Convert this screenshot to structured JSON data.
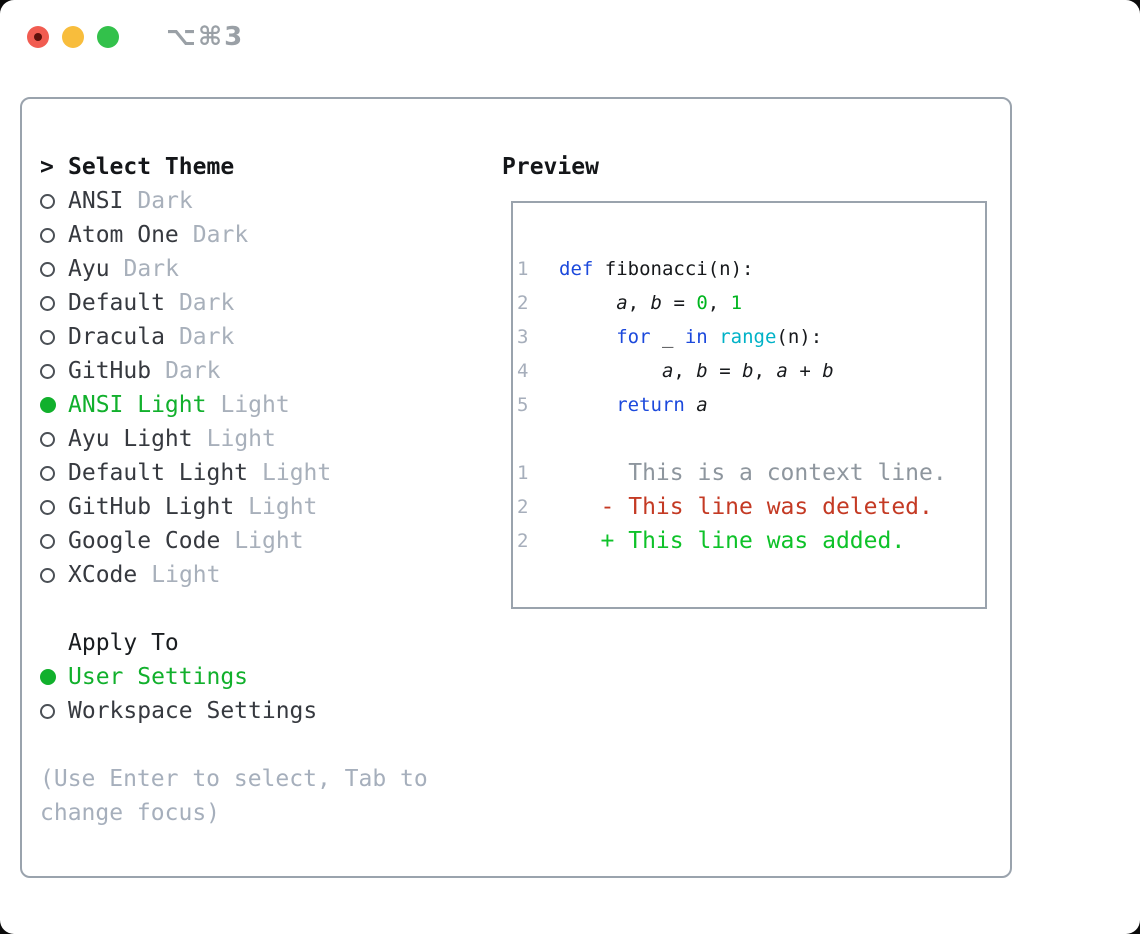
{
  "window": {
    "title": "⌥⌘3",
    "traffic_lights": [
      {
        "name": "close",
        "color": "#f15c51",
        "dot_color": "#5e110c"
      },
      {
        "name": "minimize",
        "color": "#f8bd3c"
      },
      {
        "name": "zoom",
        "color": "#33c14b"
      }
    ]
  },
  "theme_panel": {
    "header_prefix": ">",
    "header": "Select Theme",
    "themes": [
      {
        "name": "ANSI",
        "variant": "Dark",
        "selected": false
      },
      {
        "name": "Atom One",
        "variant": "Dark",
        "selected": false
      },
      {
        "name": "Ayu",
        "variant": "Dark",
        "selected": false
      },
      {
        "name": "Default",
        "variant": "Dark",
        "selected": false
      },
      {
        "name": "Dracula",
        "variant": "Dark",
        "selected": false
      },
      {
        "name": "GitHub",
        "variant": "Dark",
        "selected": false
      },
      {
        "name": "ANSI Light",
        "variant": "Light",
        "selected": true
      },
      {
        "name": "Ayu Light",
        "variant": "Light",
        "selected": false
      },
      {
        "name": "Default Light",
        "variant": "Light",
        "selected": false
      },
      {
        "name": "GitHub Light",
        "variant": "Light",
        "selected": false
      },
      {
        "name": "Google Code",
        "variant": "Light",
        "selected": false
      },
      {
        "name": "XCode",
        "variant": "Light",
        "selected": false
      }
    ],
    "apply_to": {
      "header": "Apply To",
      "options": [
        {
          "label": "User Settings",
          "selected": true
        },
        {
          "label": "Workspace Settings",
          "selected": false
        }
      ]
    },
    "help_text": "(Use Enter to select, Tab to change focus)"
  },
  "preview": {
    "title": "Preview",
    "code_lines": [
      {
        "num": "1",
        "tokens": [
          [
            "kw",
            "def"
          ],
          [
            "plain",
            " fibonacci(n):"
          ]
        ]
      },
      {
        "num": "2",
        "tokens": [
          [
            "plain",
            "     "
          ],
          [
            "var",
            "a"
          ],
          [
            "plain",
            ", "
          ],
          [
            "var",
            "b"
          ],
          [
            "plain",
            " = "
          ],
          [
            "num",
            "0"
          ],
          [
            "plain",
            ", "
          ],
          [
            "num",
            "1"
          ]
        ]
      },
      {
        "num": "3",
        "tokens": [
          [
            "plain",
            "     "
          ],
          [
            "kw",
            "for"
          ],
          [
            "plain",
            " _ "
          ],
          [
            "kw",
            "in"
          ],
          [
            "plain",
            " "
          ],
          [
            "builtin",
            "range"
          ],
          [
            "plain",
            "(n):"
          ]
        ]
      },
      {
        "num": "4",
        "tokens": [
          [
            "plain",
            "         "
          ],
          [
            "var",
            "a"
          ],
          [
            "plain",
            ", "
          ],
          [
            "var",
            "b"
          ],
          [
            "plain",
            " = "
          ],
          [
            "var",
            "b"
          ],
          [
            "plain",
            ", "
          ],
          [
            "var",
            "a"
          ],
          [
            "plain",
            " + "
          ],
          [
            "var",
            "b"
          ]
        ]
      },
      {
        "num": "5",
        "tokens": [
          [
            "plain",
            "     "
          ],
          [
            "kw",
            "return"
          ],
          [
            "plain",
            " "
          ],
          [
            "var",
            "a"
          ]
        ]
      }
    ],
    "diff_lines": [
      {
        "num": "1",
        "style": "context",
        "text": "     This is a context line."
      },
      {
        "num": "2",
        "style": "deleted",
        "text": "   - This line was deleted."
      },
      {
        "num": "2",
        "style": "added",
        "text": "   + This line was added."
      }
    ]
  },
  "colors": {
    "accent_green": "#11b02c",
    "keyword_blue": "#1c49dc",
    "builtin_cyan": "#00b2c7",
    "number_green": "#00b51f",
    "deleted_red": "#c43a24",
    "added_green": "#0ec229",
    "muted_gray": "#a8b0bb",
    "border_gray": "#9aa3ad",
    "text_dark": "#36393f"
  }
}
